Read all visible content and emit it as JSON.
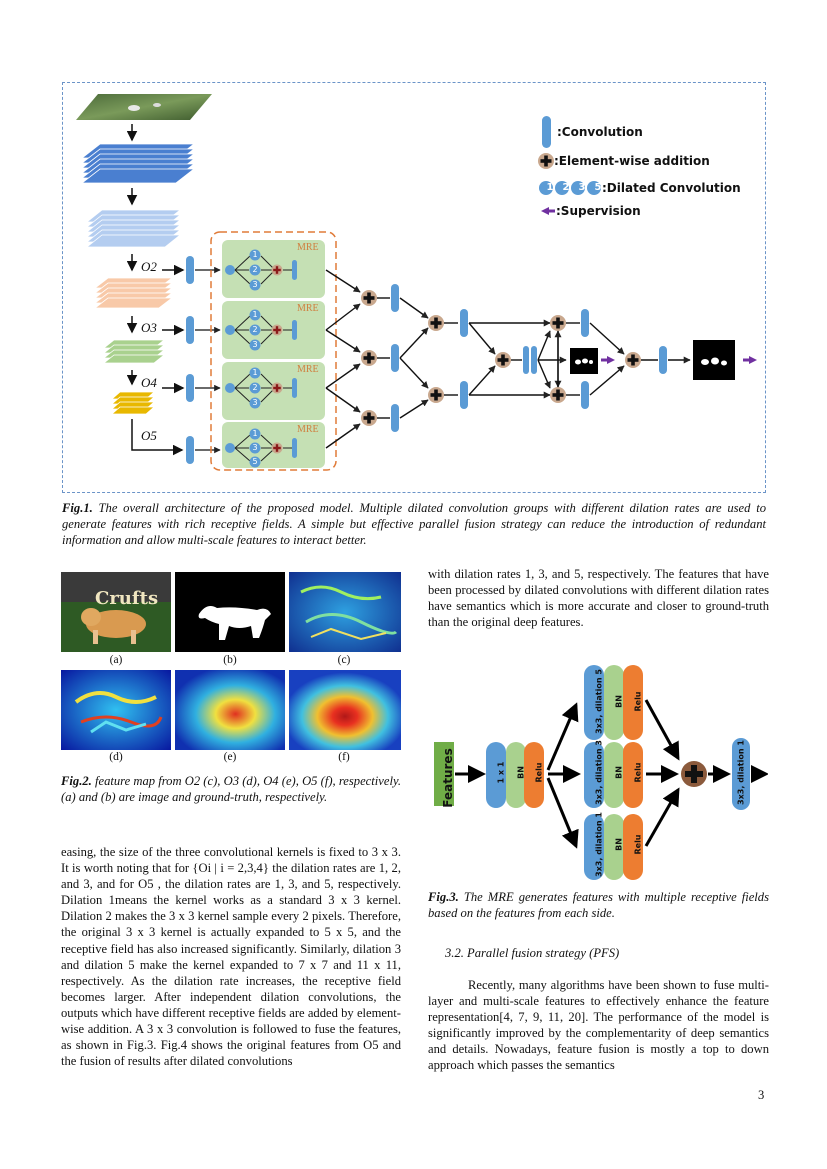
{
  "fig1": {
    "legend": {
      "convolution": ":Convolution",
      "addition": ":Element-wise addition",
      "dilated": ":Dilated Convolution",
      "supervision": ":Supervision",
      "dilated_nums": [
        "1",
        "2",
        "3",
        "5"
      ]
    },
    "layer_labels": [
      "O2",
      "O3",
      "O4",
      "O5"
    ],
    "mre_label": "MRE",
    "mre_branches": [
      [
        "1",
        "2",
        "3"
      ],
      [
        "1",
        "2",
        "3"
      ],
      [
        "1",
        "2",
        "3"
      ],
      [
        "1",
        "3",
        "5"
      ]
    ],
    "caption_label": "Fig.1.",
    "caption_text": " The overall architecture of the proposed model. Multiple dilated convolution groups with different dilation rates are used to generate features with rich receptive fields. A simple but effective parallel fusion strategy can reduce the introduction of redundant information and allow multi-scale features to interact better."
  },
  "fig2": {
    "panel_labels": [
      "(a)",
      "(b)",
      "(c)",
      "(d)",
      "(e)",
      "(f)"
    ],
    "crufts_text": "Crufts",
    "caption_label": "Fig.2.",
    "caption_text": " feature map from O2 (c), O3 (d), O4 (e), O5 (f), respectively. (a) and (b) are image and ground-truth, respectively."
  },
  "fig3": {
    "features_label": "Features",
    "stem": [
      "1 x 1",
      "BN",
      "Relu"
    ],
    "branches": [
      [
        "3x3, dilation 5",
        "BN",
        "Relu"
      ],
      [
        "3x3, dilation 3",
        "BN",
        "Relu"
      ],
      [
        "3x3, dilation 1",
        "BN",
        "Relu"
      ]
    ],
    "output": "3x3, dilation 1",
    "caption_label": "Fig.3.",
    "caption_text": " The MRE generates features with multiple receptive fields based on the features from each side."
  },
  "left_column": "easing, the size of the three convolutional kernels is fixed to 3 x 3. It is worth noting that for {Oi | i = 2,3,4} the dilation rates are 1, 2, and 3, and for O5 , the dilation rates are 1, 3, and 5, respectively. Dilation 1means the kernel works as a standard 3 x 3 kernel. Dilation 2 makes the 3 x 3 kernel sample every 2 pixels. Therefore, the original 3 x 3 kernel is actually expanded to 5 x 5, and the receptive field has also increased significantly. Similarly, dilation 3 and dilation 5 make the kernel expanded to 7 x 7 and 11 x 11, respectively. As the dilation rate increases, the receptive field becomes larger. After independent dilation convolutions, the outputs which have different receptive fields are added by element-wise addition. A 3 x 3 convolution is followed to fuse the features, as shown in Fig.3. Fig.4 shows the original features from O5 and the fusion of results after dilated convolutions",
  "right_top": "with dilation rates 1, 3, and 5, respectively. The features that have been processed by dilated convolutions with different dilation rates have semantics which is more accurate and closer to ground-truth than the original deep features.",
  "section_heading": "3.2.  Parallel fusion strategy (PFS)",
  "right_body": "Recently, many algorithms have been shown to fuse multi-layer and multi-scale features to effectively enhance the feature representation[4, 7, 9, 11, 20]. The performance of the model is significantly improved by the complementarity of deep semantics and details. Nowadays, feature fusion is mostly a top to down approach which passes the semantics",
  "page_number": "3",
  "colors": {
    "conv_blue": "#5b9bd5",
    "mre_green": "#c5e0b4",
    "mre_border": "#e07b39",
    "add_circle": "#c9a88e",
    "supervision_purple": "#7030a0",
    "features_green": "#70ad47",
    "bn_green": "#a9d18e",
    "relu_orange": "#ed7d31"
  }
}
